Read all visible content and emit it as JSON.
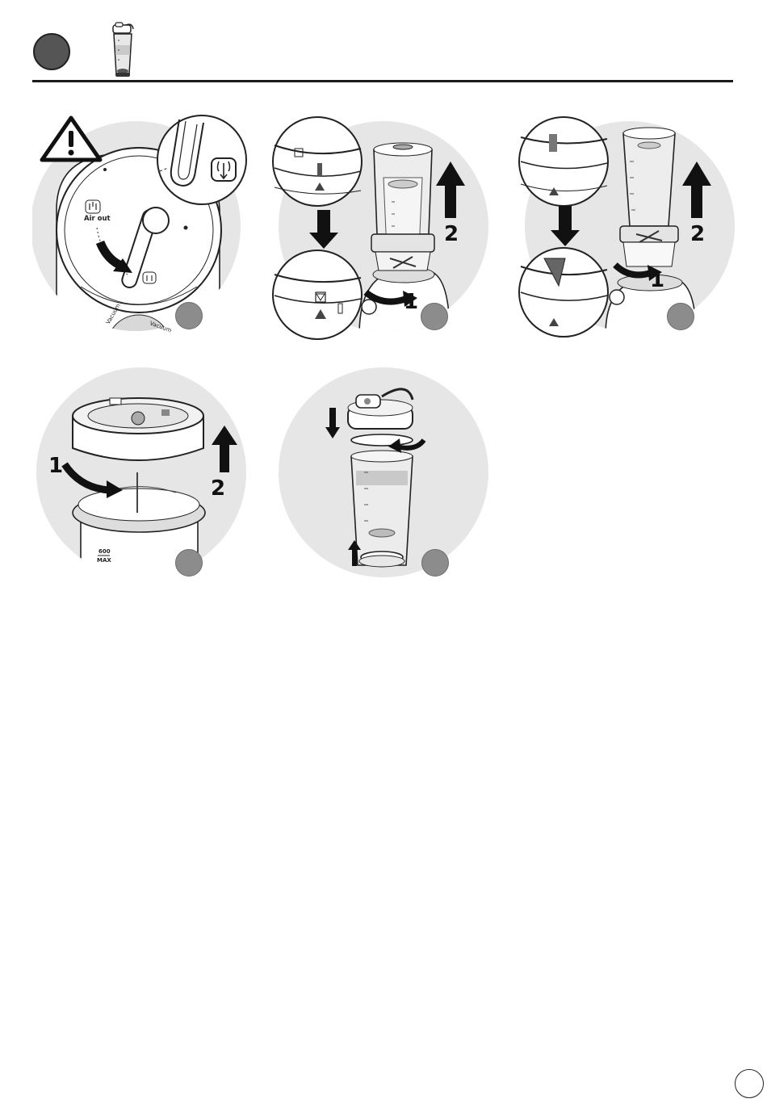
{
  "colors": {
    "circle_bg": "#e6e6e6",
    "ink": "#1a1a1a",
    "step_dot": "#8c8c8c",
    "section_dot": "#555555"
  },
  "header": {
    "section_icon": "filled-circle-icon",
    "product_icon": "sport-bottle-icon"
  },
  "panels": [
    {
      "id": "A",
      "labels": {
        "air_out": "Air out",
        "vacuum": "Vacuum",
        "vacuum_lid": "Vacuum"
      },
      "icons": [
        "warning-icon",
        "air-release-icon"
      ]
    },
    {
      "id": "B",
      "labels": {
        "step1": "1",
        "step2": "2"
      }
    },
    {
      "id": "C",
      "labels": {
        "step1": "1",
        "step2": "2"
      }
    },
    {
      "id": "D",
      "labels": {
        "step1": "1",
        "step2": "2",
        "cap_line1": "600",
        "cap_line2": "MAX"
      }
    },
    {
      "id": "E",
      "labels": {}
    }
  ]
}
